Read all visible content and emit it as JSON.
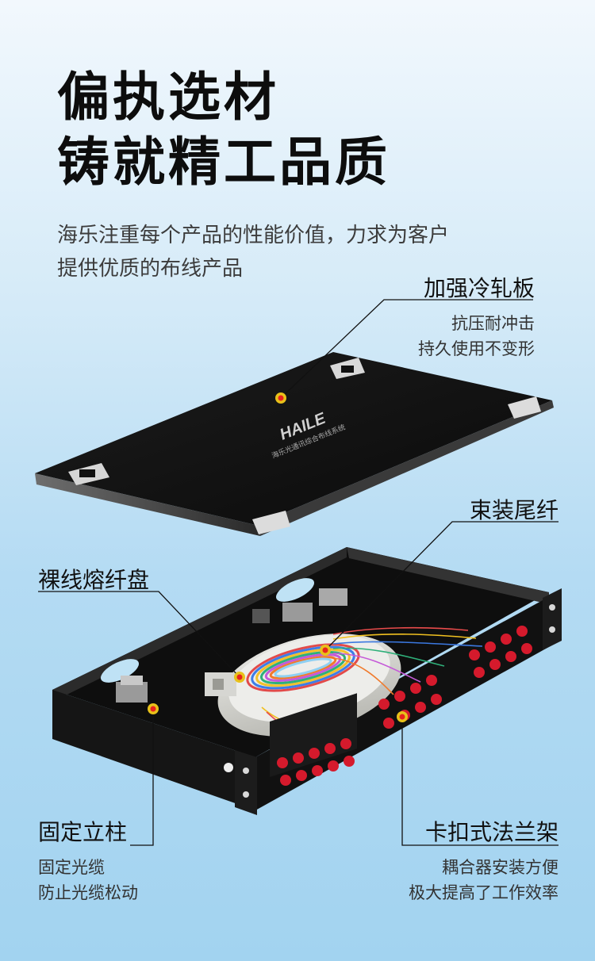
{
  "headline": {
    "line1": "偏执选材",
    "line2": "铸就精工品质"
  },
  "subtitle": {
    "line1": "海乐注重每个产品的性能价值，力求为客户",
    "line2": "提供优质的布线产品"
  },
  "cover_logo": {
    "brand": "HAILE",
    "slogan": "海乐光通讯综合布线系统"
  },
  "callouts": {
    "cover_plate": {
      "title": "加强冷轧板",
      "desc1": "抗压耐冲击",
      "desc2": "持久使用不变形"
    },
    "pigtail": {
      "title": "束装尾纤"
    },
    "splice_tray": {
      "title": "裸线熔纤盘"
    },
    "fixing_post": {
      "title": "固定立柱",
      "desc1": "固定光缆",
      "desc2": "防止光缆松动"
    },
    "flange_rack": {
      "title": "卡扣式法兰架",
      "desc1": "耦合器安装方便",
      "desc2": "极大提高了工作效率"
    }
  },
  "colors": {
    "marker": "#e8c11a",
    "marker_center": "#e8231e",
    "adapter_red": "#d51a2c",
    "metal_dark": "#121212"
  },
  "icons": {
    "marker": "hotspot-dot",
    "product": "fiber-terminal-box"
  }
}
